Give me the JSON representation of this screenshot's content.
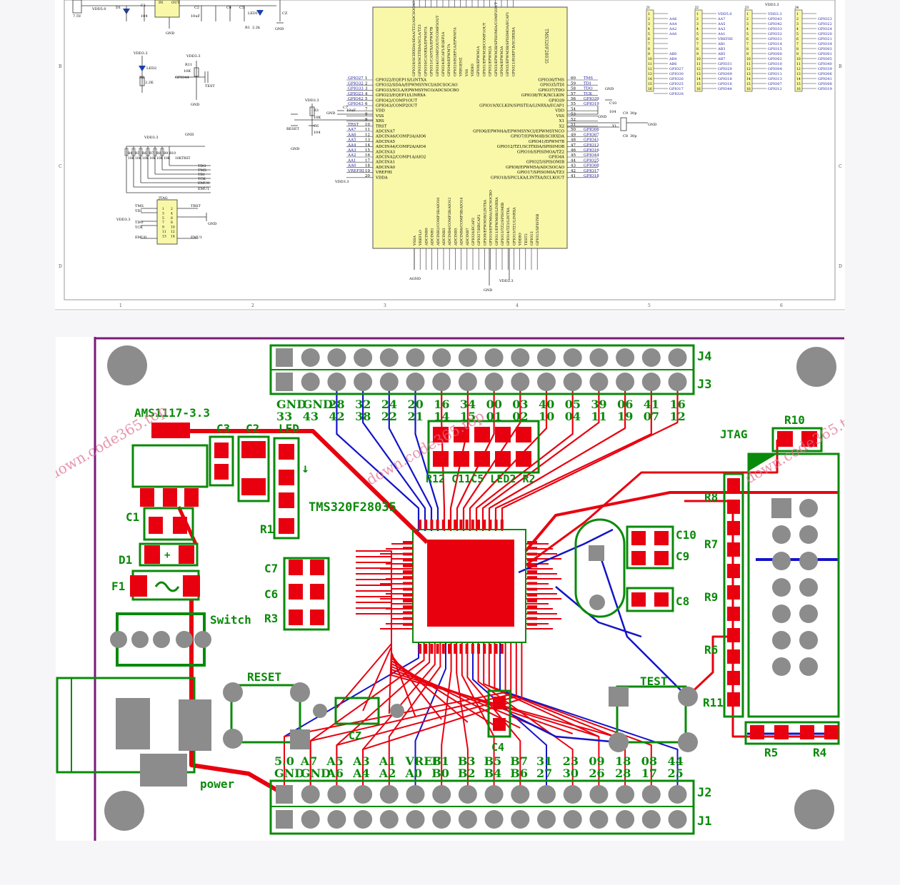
{
  "schematic": {
    "ic_name": "TMS320F28035",
    "left_pins": [
      {
        "n": "1",
        "net": "GPIO27",
        "fn": "GPIO22/EQEP1S/LINTXA"
      },
      {
        "n": "2",
        "net": "GPIO32",
        "fn": "GPIO32/SDAA/EPWMSYNCI/ADCSOCAO"
      },
      {
        "n": "3",
        "net": "GPIO33",
        "fn": "GPIO33/SCLA/EPWMSYNCO/ADCSOCBO"
      },
      {
        "n": "4",
        "net": "GPIO23",
        "fn": "GPIO23/EQEP1I/LINRXA"
      },
      {
        "n": "5",
        "net": "GPIO42",
        "fn": "GPIO42/COMP1OUT"
      },
      {
        "n": "6",
        "net": "GPIO43",
        "fn": "GPIO43/COMP2OUT"
      },
      {
        "n": "7",
        "net": "",
        "fn": "VDD"
      },
      {
        "n": "8",
        "net": "",
        "fn": "VSS"
      },
      {
        "n": "9",
        "net": "",
        "fn": "XRS"
      },
      {
        "n": "10",
        "net": "TRST",
        "fn": "TRST"
      },
      {
        "n": "11",
        "net": "AA7",
        "fn": "ADCINA7"
      },
      {
        "n": "12",
        "net": "AA6",
        "fn": "ADCINA6/COMP3A/AIO6"
      },
      {
        "n": "13",
        "net": "AA5",
        "fn": "ADCINA5"
      },
      {
        "n": "14",
        "net": "AA4",
        "fn": "ADCINA4/COMP2A/AIO4"
      },
      {
        "n": "15",
        "net": "AA3",
        "fn": "ADCINA3"
      },
      {
        "n": "16",
        "net": "AA2",
        "fn": "ADCINA2/COMP1A/AIO2"
      },
      {
        "n": "17",
        "net": "AA1",
        "fn": "ADCINA1"
      },
      {
        "n": "18",
        "net": "AA0",
        "fn": "ADCINA0"
      },
      {
        "n": "19",
        "net": "VREFHI",
        "fn": "VREFHI"
      },
      {
        "n": "20",
        "net": "",
        "fn": "VDDA"
      }
    ],
    "right_pins": [
      {
        "n": "60",
        "net": "TMS",
        "fn": "GPIO36/TMS"
      },
      {
        "n": "59",
        "net": "TDI",
        "fn": "GPIO35/TDI"
      },
      {
        "n": "58",
        "net": "TDO",
        "fn": "GPIO37/TDO"
      },
      {
        "n": "57",
        "net": "TCK",
        "fn": "GPIO38/TCK/XCLKIN"
      },
      {
        "n": "56",
        "net": "GPIO39",
        "fn": "GPIO39"
      },
      {
        "n": "55",
        "net": "GPIO19",
        "fn": "GPIO19/XCLKIN/SPISTEA/LINRXA/ECAP1"
      },
      {
        "n": "54",
        "net": "",
        "fn": "VDD"
      },
      {
        "n": "53",
        "net": "",
        "fn": "VSS"
      },
      {
        "n": "52",
        "net": "",
        "fn": "X1"
      },
      {
        "n": "51",
        "net": "",
        "fn": "X2"
      },
      {
        "n": "50",
        "net": "GPIO06",
        "fn": "GPIO6/EPWM4A/EPWMSYNCI/EPWMSYNCO"
      },
      {
        "n": "49",
        "net": "GPIO07",
        "fn": "GPIO7/EPWM4B/SCIRXDA"
      },
      {
        "n": "48",
        "net": "GPIO41",
        "fn": "GPIO41/EPWM7B"
      },
      {
        "n": "47",
        "net": "GPIO12",
        "fn": "GPIO12/TZ1/SCITXDA/SPISIMOB"
      },
      {
        "n": "46",
        "net": "GPIO16",
        "fn": "GPIO16/SPISIMOA/TZ2"
      },
      {
        "n": "45",
        "net": "GPIO44",
        "fn": "GPIO44"
      },
      {
        "n": "44",
        "net": "GPIO25",
        "fn": "GPIO25/SPISOMIB"
      },
      {
        "n": "43",
        "net": "GPIO08",
        "fn": "GPIO8/EPWM5A/ADCSOCAO"
      },
      {
        "n": "42",
        "net": "GPIO17",
        "fn": "GPIO17/SPISOMIA/TZ3"
      },
      {
        "n": "41",
        "net": "GPIO18",
        "fn": "GPIO18/SPICLKA/LINTXA/XCLKOUT"
      }
    ],
    "top_pins": [
      "GPIO28/SCIRXDA/SDAA/TZ2/ADCSOCAO",
      "GPIO29/SCITXDA/SCLA/TZ3",
      "GPIO30/CANRXA/EPWM7A",
      "GPIO31/CANTXA/EPWM7B",
      "GPIO34/COMP2OUT/COMP3OUT",
      "GPIO24/ECAP1/EQEP2A",
      "GPIO40/EPWM7A",
      "GPIO20/EQEP1A/EPWM7A",
      "VREGENZ",
      "VSS",
      "VDDIO",
      "GPIO0/EPWM1A",
      "GPIO1/EPWM1B/COMP1OUT",
      "GPIO2/EPWM2A",
      "GPIO3/EPWM2B/SPISOMIA/COMP2OUT",
      "GPIO4/EPWM3A",
      "GPIO5/EPWM3B/SPISIMOA/ECAP1",
      "GPIO21/EQEP1B/SCIRXDA"
    ],
    "bottom_pins": [
      "VSSA",
      "VREFLO",
      "ADCINB0",
      "ADCINB1",
      "ADCINB2/COMP1B/AIO10",
      "ADCINB3",
      "ADCINB4/COMP2B/AIO12",
      "ADCINB5",
      "ADCINB6/COMP3B/AIO14",
      "ADCINB7",
      "GPIO26/ECAP2",
      "GPIO27/HRCAP2",
      "GPIO9/EPWM5B/LINTXA",
      "GPIO10/EPWM6A/ADCSOCBO",
      "GPIO11/EPWM6B/LINRXA",
      "GPIO13/TZ2/SPISOMIB",
      "GPIO14/TZ3/LINTXA",
      "GPIO15/TZ1/LINRXA",
      "VDDIO",
      "TEST2",
      "GPIO13",
      "GPIO15/SPISTEB"
    ],
    "headers": [
      {
        "name": "J1",
        "nets": [
          "",
          "AA6",
          "AA4",
          "AA2",
          "AA0",
          "",
          "",
          "",
          "AB0",
          "AB4",
          "AB6",
          "GPIO27",
          "GPIO30",
          "GPIO26",
          "GPIO25",
          "GPIO17",
          "GPIO28"
        ]
      },
      {
        "name": "J2",
        "nets": [
          "VDD5.0",
          "AA7",
          "AA5",
          "AA3",
          "AA1",
          "VREFHI",
          "AB1",
          "AB3",
          "AB5",
          "AB7",
          "GPIO31",
          "GPIO29",
          "GPIO09",
          "GPIO18",
          "GPIO16",
          "GPIO44"
        ]
      },
      {
        "name": "J3",
        "nets": [
          "VDD3.3",
          "GPIO43",
          "GPIO42",
          "GPIO33",
          "GPIO32",
          "GPIO31",
          "GPIO14",
          "GPIO15",
          "GPIO00",
          "GPIO02",
          "GPIO10",
          "GPIO04",
          "GPIO11",
          "GPIO13",
          "GPIO07",
          "GPIO12"
        ]
      },
      {
        "name": "J4",
        "nets": [
          "",
          "GPIO23",
          "GPIO22",
          "GPIO24",
          "GPIO20",
          "GPIO21",
          "GPIO34",
          "GPIO03",
          "GPIO01",
          "GPIO05",
          "GPIO40",
          "GPIO39",
          "GPIO06",
          "GPIO41",
          "GPIO08",
          "GPIO19"
        ]
      }
    ],
    "pin_numbers": [
      "1",
      "2",
      "3",
      "4",
      "5",
      "6",
      "7",
      "8",
      "9",
      "10",
      "11",
      "12",
      "13",
      "14",
      "15",
      "16"
    ],
    "labels": {
      "vdd33": "VDD3.3",
      "vdd50": "VDD5.0",
      "gnd": "GND",
      "agnd": "AGND",
      "vref": "7.5V",
      "led2": "LED2",
      "r11": "R11",
      "r11v": "10K",
      "r2": "R2",
      "r2v": "2.2K",
      "gpio44": "GPIO44",
      "test": "TEST",
      "reset": "RESET",
      "r3": "R3",
      "r3v": "10K",
      "c6": "C6",
      "c6v": "104",
      "c7": "C7",
      "c7v": "10uF",
      "c8": "C8",
      "c8v": "30p",
      "c9": "C9",
      "c9v": "30p",
      "c10": "C10",
      "c10v": "104",
      "y1": "Y1",
      "jtag": "JTAG",
      "emu0": "EMU0",
      "emu1": "EMU1",
      "tms": "TMS",
      "tdi": "TDI",
      "tdo": "TDO",
      "tck": "TCK",
      "trst": "TRST",
      "r4": "R4",
      "r5": "R5",
      "r6": "R6",
      "r7": "R7",
      "r8": "R8",
      "r9": "R9",
      "r10": "R10",
      "rv": "10K",
      "r10v": "10KTRST",
      "in": "IN",
      "out": "OUT",
      "c1": "C1",
      "c1v": "104",
      "c2": "C2",
      "c2v": "10uF",
      "c4": "C4",
      "c5": "C5",
      "d1": "D1",
      "led1": "LED1",
      "r1": "R1",
      "r1v": "2.2k",
      "cz": "CZ",
      "tdi2": "TDI",
      "tdo2": "TDO",
      "tck2": "TCK",
      "emu02": "EMU0",
      "emu12": "EMU1"
    },
    "border_numbers": [
      "1",
      "2",
      "3",
      "4",
      "5",
      "6"
    ],
    "border_letters": [
      "B",
      "C",
      "D"
    ]
  },
  "pcb": {
    "header_labels": {
      "j4": "J4",
      "j3": "J3",
      "j2": "J2",
      "j1": "J1"
    },
    "top_labels_row1": [
      "GND",
      "GND",
      "28",
      "32",
      "24",
      "20",
      "16",
      "34",
      "00",
      "03",
      "40",
      "05",
      "39",
      "06",
      "41",
      "16"
    ],
    "top_labels_row2": [
      "33",
      "43",
      "42",
      "38",
      "22",
      "21",
      "14",
      "15",
      "01",
      "02",
      "10",
      "04",
      "11",
      "19",
      "07",
      "12"
    ],
    "bottom_labels_row1": [
      "5.0",
      "A7",
      "A5",
      "A3",
      "A1",
      "VREF",
      "B1",
      "B3",
      "B5",
      "B7",
      "31",
      "23",
      "09",
      "18",
      "08",
      "44"
    ],
    "bottom_labels_row2": [
      "GND",
      "GND",
      "A6",
      "A4",
      "A2",
      "A0",
      "B0",
      "B2",
      "B4",
      "B6",
      "27",
      "30",
      "26",
      "28",
      "17",
      "25"
    ],
    "component_labels": {
      "reg": "AMS1117-3.3",
      "c3": "C3",
      "c2": "C2",
      "led": "LED",
      "c1": "C1",
      "d1": "D1",
      "f1": "F1",
      "r1": "R1",
      "c7": "C7",
      "c6": "C6",
      "r3": "R3",
      "switch": "Switch",
      "reset": "RESET",
      "power": "power",
      "cz": "CZ",
      "ic": "TMS320F28035",
      "c4": "C4",
      "test": "TEST",
      "jtag": "JTAG",
      "r10": "R10",
      "r8": "R8",
      "r7": "R7",
      "r9": "R9",
      "r6": "R6",
      "r11": "R11",
      "r5": "R5",
      "r4": "R4",
      "c10": "C10",
      "c9": "C9",
      "c8": "C8",
      "top_parts": "R12 C11C5 LED2 R2"
    },
    "watermark": "down.code365.top"
  },
  "colors": {
    "top_copper": "#e8000f",
    "bottom_copper": "#1414c8",
    "silk": "#0a8a0a",
    "pad_gray": "#8c8c8c",
    "board_edge": "#7a1a7a",
    "ic_body": "#f8f8a8"
  }
}
